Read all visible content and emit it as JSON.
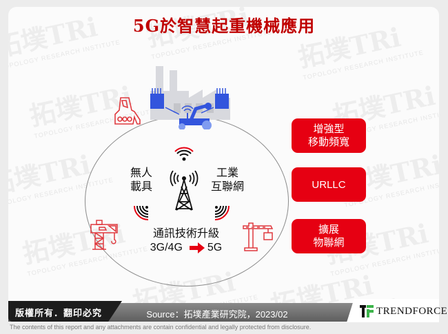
{
  "title": "5G於智慧起重機械應用",
  "center": {
    "left_label_line1": "無人",
    "left_label_line2": "載具",
    "right_label_line1": "工業",
    "right_label_line2": "互聯網",
    "bottom_label_line1": "通訊技術升級",
    "bottom_from": "3G/4G",
    "bottom_to": "5G"
  },
  "icons": {
    "factory": "factory-robot-icon",
    "tower": "cell-tower-icon",
    "vehicle": "unmanned-loader-icon",
    "crane_left": "tower-crane-icon",
    "crane_right": "gantry-crane-icon",
    "arrow": "arrow-right-icon"
  },
  "pills": [
    {
      "line1": "增強型",
      "line2": "移動頻寬"
    },
    {
      "line1": "URLLC",
      "line2": ""
    },
    {
      "line1": "擴展",
      "line2": "物聯網"
    }
  ],
  "footer": {
    "copyright": "版權所有．翻印必究",
    "source": "Source：拓墣產業研究院，2023/02",
    "brand": "TRENDFORCE",
    "disclaimer": "The contents of this report and any attachments are contain confidential and legally protected from disclosure."
  },
  "watermark": {
    "text": "拓墣TRi",
    "subtext": "TOPOLOGY RESEARCH INSTITUTE"
  },
  "colors": {
    "title": "#c00000",
    "pill": "#e60012",
    "icon_red": "#e0393e",
    "icon_blue": "#3355dd",
    "factory_gray": "#d8d9de"
  }
}
